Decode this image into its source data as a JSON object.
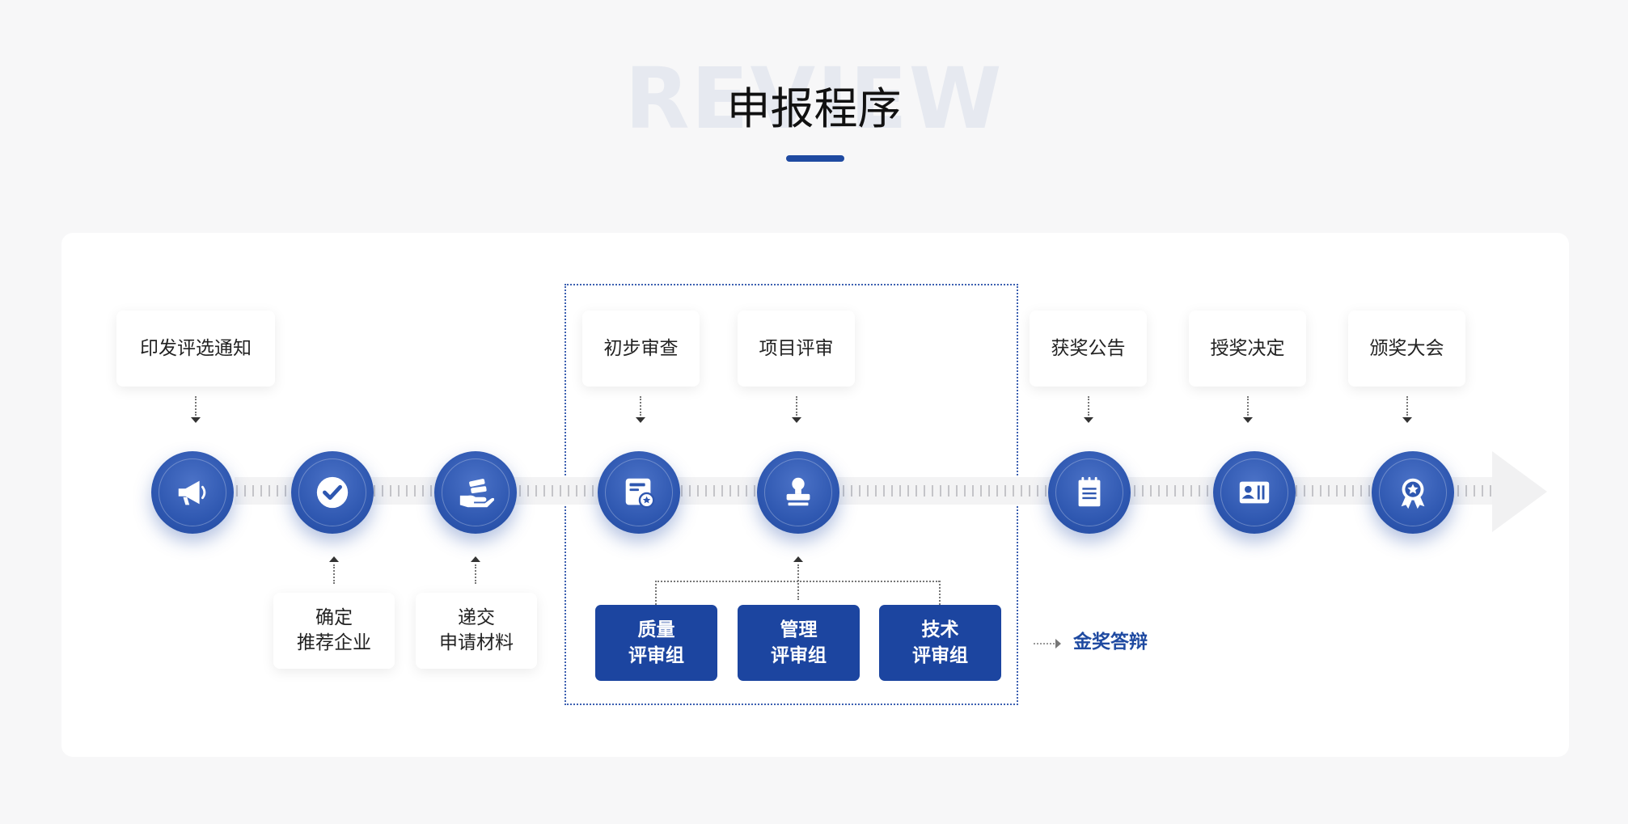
{
  "header": {
    "background_word": "REVIEW",
    "title": "申报程序"
  },
  "colors": {
    "accent": "#1f4aa1",
    "node": "#2e57b0",
    "group_fill": "#1c45a0",
    "background": "#f7f7f8"
  },
  "steps": [
    {
      "id": "s1",
      "icon": "megaphone-icon",
      "label_lines": [
        "印发评选通知"
      ],
      "label_position": "top"
    },
    {
      "id": "s2",
      "icon": "check-circle-icon",
      "label_lines": [
        "确定",
        "推荐企业"
      ],
      "label_position": "bottom"
    },
    {
      "id": "s3",
      "icon": "hand-document-icon",
      "label_lines": [
        "递交",
        "申请材料"
      ],
      "label_position": "bottom"
    },
    {
      "id": "s4",
      "icon": "document-badge-icon",
      "label_lines": [
        "初步审查"
      ],
      "label_position": "top"
    },
    {
      "id": "s5",
      "icon": "stamp-icon",
      "label_lines": [
        "项目评审"
      ],
      "label_position": "top"
    },
    {
      "id": "s6",
      "icon": "notepad-icon",
      "label_lines": [
        "获奖公告"
      ],
      "label_position": "top"
    },
    {
      "id": "s7",
      "icon": "id-card-icon",
      "label_lines": [
        "授奖决定"
      ],
      "label_position": "top"
    },
    {
      "id": "s8",
      "icon": "award-ribbon-icon",
      "label_lines": [
        "颁奖大会"
      ],
      "label_position": "top"
    }
  ],
  "review_groups": [
    {
      "lines": [
        "质量",
        "评审组"
      ]
    },
    {
      "lines": [
        "管理",
        "评审组"
      ]
    },
    {
      "lines": [
        "技术",
        "评审组"
      ]
    }
  ],
  "final_step": {
    "label": "金奖答辩"
  }
}
